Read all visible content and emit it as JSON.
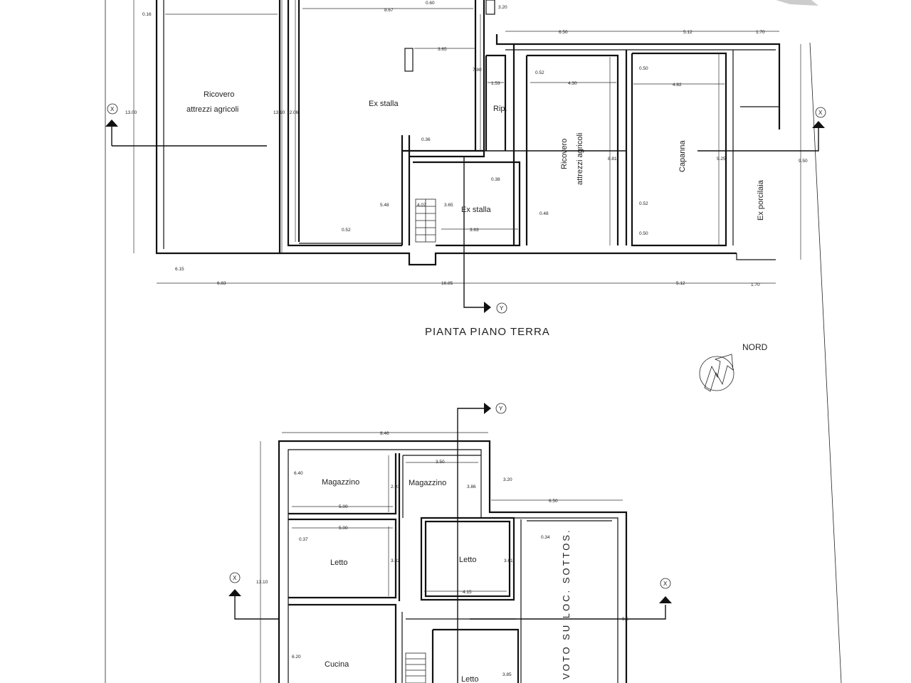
{
  "ground_floor": {
    "title": "PIANTA PIANO TERRA",
    "rooms": [
      {
        "id": "ricovero1",
        "lines": [
          "Ricovero",
          "attrezzi agricoli"
        ]
      },
      {
        "id": "exstalla1",
        "lines": [
          "Ex stalla"
        ]
      },
      {
        "id": "rip",
        "lines": [
          "Rip."
        ]
      },
      {
        "id": "exstalla2",
        "lines": [
          "Ex stalla"
        ]
      },
      {
        "id": "ricovero2",
        "lines": [
          "Ricovero",
          "attrezzi agricoli"
        ]
      },
      {
        "id": "capanna",
        "lines": [
          "Capanna"
        ]
      },
      {
        "id": "porcilaia",
        "lines": [
          "Ex porcilaia"
        ]
      }
    ],
    "dims": [
      "0.16",
      "8.67",
      "0.60",
      "3.20",
      "6.50",
      "5.12",
      "1.70",
      "3.65",
      "7.80",
      "1.53",
      "0.52",
      "4.30",
      "0.50",
      "4.82",
      "13.00",
      "13.10",
      "12.06",
      "0.36",
      "0.38",
      "5.48",
      "4.07",
      "3.65",
      "3.63",
      "0.48",
      "8.81",
      "0.52",
      "9.25",
      "9.50",
      "0.50",
      "0.52",
      "6.15",
      "6.83",
      "16.85",
      "5.12",
      "1.70"
    ]
  },
  "upper_floor": {
    "rooms": [
      {
        "id": "magazzino1",
        "lines": [
          "Magazzino"
        ]
      },
      {
        "id": "magazzino2",
        "lines": [
          "Magazzino"
        ]
      },
      {
        "id": "letto1",
        "lines": [
          "Letto"
        ]
      },
      {
        "id": "letto2",
        "lines": [
          "Letto"
        ]
      },
      {
        "id": "cucina",
        "lines": [
          "Cucina"
        ]
      },
      {
        "id": "letto3",
        "lines": [
          "Letto"
        ]
      }
    ],
    "dims": [
      "8.46",
      "3.50",
      "6.40",
      "2.93",
      "5.00",
      "3.86",
      "3.20",
      "6.50",
      "5.00",
      "0.37",
      "3.82",
      "3.61",
      "0.34",
      "4.15",
      "13.10",
      "6.20",
      "3.85",
      "9.5"
    ],
    "handwritten_note": "VOTO SU LOC. SOTTOS."
  },
  "north_label": "NORD",
  "section_x": "X",
  "section_y": "Y"
}
